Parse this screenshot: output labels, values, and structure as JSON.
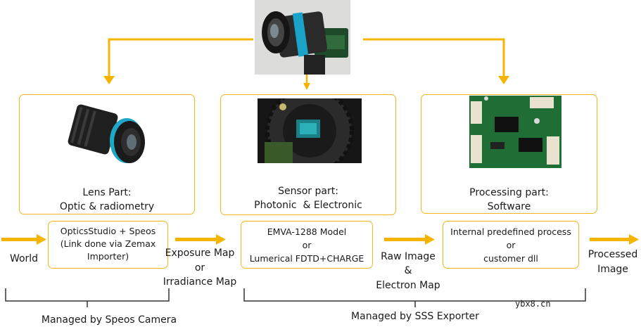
{
  "components": {
    "lens": {
      "title": "Lens Part:",
      "subtitle": "Optic & radiometry",
      "icon": "camera-lens-icon"
    },
    "sensor": {
      "title": "Sensor part:",
      "subtitle": "Photonic  & Electronic",
      "icon": "image-sensor-icon"
    },
    "processing": {
      "title": "Processing part:",
      "subtitle": "Software",
      "icon": "circuit-board-icon"
    }
  },
  "tools": {
    "optics": [
      "OpticsStudio + Speos",
      "(Link done via Zemax",
      "Importer)"
    ],
    "sensor_model": [
      "EMVA-1288 Model",
      "or",
      "Lumerical FDTD+CHARGE"
    ],
    "processing_model": [
      "Internal predefined process",
      "or",
      "customer dll"
    ]
  },
  "flow": {
    "input": "World",
    "exposure": [
      "Exposure Map",
      "or",
      "Irradiance Map"
    ],
    "raw": [
      "Raw Image",
      "&",
      "Electron Map"
    ],
    "output": [
      "Processed",
      "Image"
    ]
  },
  "brackets": {
    "speos": "Managed by Speos Camera",
    "sss": "Managed by SSS Exporter"
  },
  "watermark": "ybx8.cn",
  "colors": {
    "accent": "#f2b51c",
    "arrow": "#f5b400",
    "bracket": "#333333"
  }
}
